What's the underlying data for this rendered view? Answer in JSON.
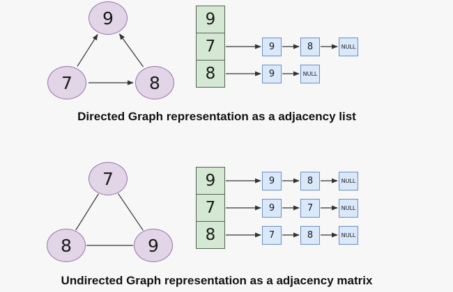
{
  "colors": {
    "background": "#f7f7f8",
    "node_fill": "#e1d5e7",
    "node_border": "#9673a6",
    "key_cell_fill": "#d5e8d4",
    "key_cell_border": "#52644f",
    "box_fill": "#dae8fc",
    "box_border": "#6c8ebf",
    "line": "#333333",
    "text": "#111111"
  },
  "sections": [
    {
      "id": "directed",
      "caption": "Directed Graph representation as a adjacency list",
      "graph": {
        "type": "directed",
        "nodes": [
          {
            "id": "9"
          },
          {
            "id": "7"
          },
          {
            "id": "8"
          }
        ],
        "edges": [
          {
            "from": "7",
            "to": "9"
          },
          {
            "from": "8",
            "to": "9"
          },
          {
            "from": "7",
            "to": "8"
          }
        ]
      },
      "adjacency_list": {
        "rows": [
          {
            "key": "9",
            "items": []
          },
          {
            "key": "7",
            "items": [
              "9",
              "8",
              "NULL"
            ]
          },
          {
            "key": "8",
            "items": [
              "9",
              "NULL"
            ]
          }
        ]
      }
    },
    {
      "id": "undirected",
      "caption": "Undirected Graph representation as a adjacency matrix",
      "graph": {
        "type": "undirected",
        "nodes": [
          {
            "id": "7"
          },
          {
            "id": "8"
          },
          {
            "id": "9"
          }
        ],
        "edges": [
          {
            "from": "7",
            "to": "8"
          },
          {
            "from": "7",
            "to": "9"
          },
          {
            "from": "8",
            "to": "9"
          }
        ]
      },
      "adjacency_list": {
        "rows": [
          {
            "key": "9",
            "items": [
              "9",
              "8",
              "NULL"
            ]
          },
          {
            "key": "7",
            "items": [
              "9",
              "7",
              "NULL"
            ]
          },
          {
            "key": "8",
            "items": [
              "7",
              "8",
              "NULL"
            ]
          }
        ]
      }
    }
  ]
}
